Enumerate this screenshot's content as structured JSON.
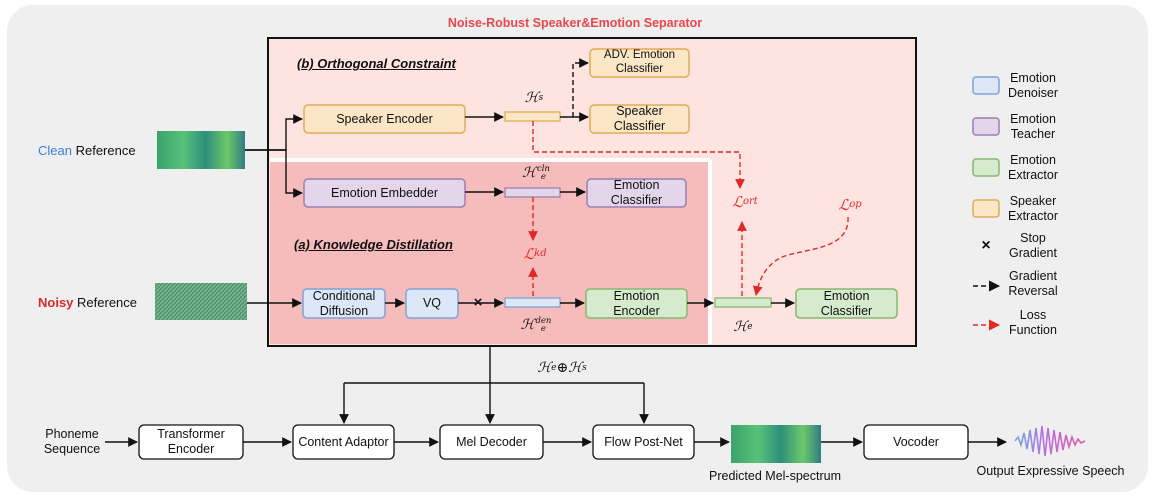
{
  "header": {
    "title": "Noise-Robust Speaker&Emotion Separator",
    "section_b": "(b) Orthogonal Constraint",
    "section_a": "(a) Knowledge Distillation"
  },
  "inputs": {
    "clean_word": "Clean",
    "noisy_word": "Noisy",
    "reference_word": "Reference"
  },
  "modules": {
    "adv_emotion_classifier": [
      "ADV. Emotion",
      "Classifier"
    ],
    "speaker_encoder": "Speaker Encoder",
    "speaker_classifier": [
      "Speaker",
      "Classifier"
    ],
    "emotion_embedder": "Emotion Embedder",
    "emotion_classifier_teacher": [
      "Emotion",
      "Classifier"
    ],
    "conditional_diffusion": [
      "Conditional",
      "Diffusion"
    ],
    "vq": "VQ",
    "emotion_encoder": [
      "Emotion",
      "Encoder"
    ],
    "emotion_classifier_out": [
      "Emotion",
      "Classifier"
    ]
  },
  "symbols": {
    "stop_gradient_mark": "×",
    "hs": {
      "base": "ℋ",
      "sub": "s",
      "sup": ""
    },
    "he_cln": {
      "base": "ℋ",
      "sub": "e",
      "sup": "cln"
    },
    "he_den": {
      "base": "ℋ",
      "sub": "e",
      "sup": "den"
    },
    "he": {
      "base": "ℋ",
      "sub": "e",
      "sup": ""
    },
    "l_ort": {
      "base": "ℒ",
      "sub": "ort"
    },
    "l_kd": {
      "base": "ℒ",
      "sub": "kd"
    },
    "l_op": {
      "base": "ℒ",
      "sub": "op"
    },
    "concat": {
      "a": "ℋ",
      "a_sub": "e",
      "op": "⊕",
      "b": "ℋ",
      "b_sub": "s"
    }
  },
  "legend": [
    {
      "lines": [
        "Emotion",
        "Denoiser"
      ],
      "kind": "box",
      "fill": "#dce8f8",
      "stroke": "#7fa3d6"
    },
    {
      "lines": [
        "Emotion",
        "Teacher"
      ],
      "kind": "box",
      "fill": "#e3d6ea",
      "stroke": "#9c7fb2"
    },
    {
      "lines": [
        "Emotion",
        "Extractor"
      ],
      "kind": "box",
      "fill": "#d6ebcd",
      "stroke": "#86b871"
    },
    {
      "lines": [
        "Speaker",
        "Extractor"
      ],
      "kind": "box",
      "fill": "#fbe6c6",
      "stroke": "#e0ac5a"
    },
    {
      "lines": [
        "Stop",
        "Gradient"
      ],
      "kind": "cross"
    },
    {
      "lines": [
        "Gradient",
        "Reversal"
      ],
      "kind": "black-dash-arrow"
    },
    {
      "lines": [
        "Loss",
        "Function"
      ],
      "kind": "red-dash-arrow"
    }
  ],
  "pipeline": {
    "phoneme_sequence": [
      "Phoneme",
      "Sequence"
    ],
    "transformer_encoder": [
      "Transformer",
      "Encoder"
    ],
    "content_adaptor": "Content Adaptor",
    "mel_decoder": "Mel Decoder",
    "flow_postnet": "Flow Post-Net",
    "predicted_mel": "Predicted Mel-spectrum",
    "vocoder": "Vocoder",
    "output_speech": "Output Expressive Speech"
  },
  "colors": {
    "title_red": "#e8474c",
    "clean_blue": "#3f7fd8",
    "noisy_red": "#d92a2a",
    "loss_red": "#e02828",
    "orange_fill": "#fbe6c6",
    "orange_stroke": "#e0ac5a",
    "purple_fill": "#e3d6ea",
    "purple_stroke": "#9c7fb2",
    "green_fill": "#d6ebcd",
    "green_stroke": "#86b871",
    "blue_fill": "#dce8f8",
    "blue_stroke": "#7fa3d6",
    "panel_outer": "#fde4e1",
    "panel_inner": "#f6bcbc",
    "background": "#efefef"
  }
}
